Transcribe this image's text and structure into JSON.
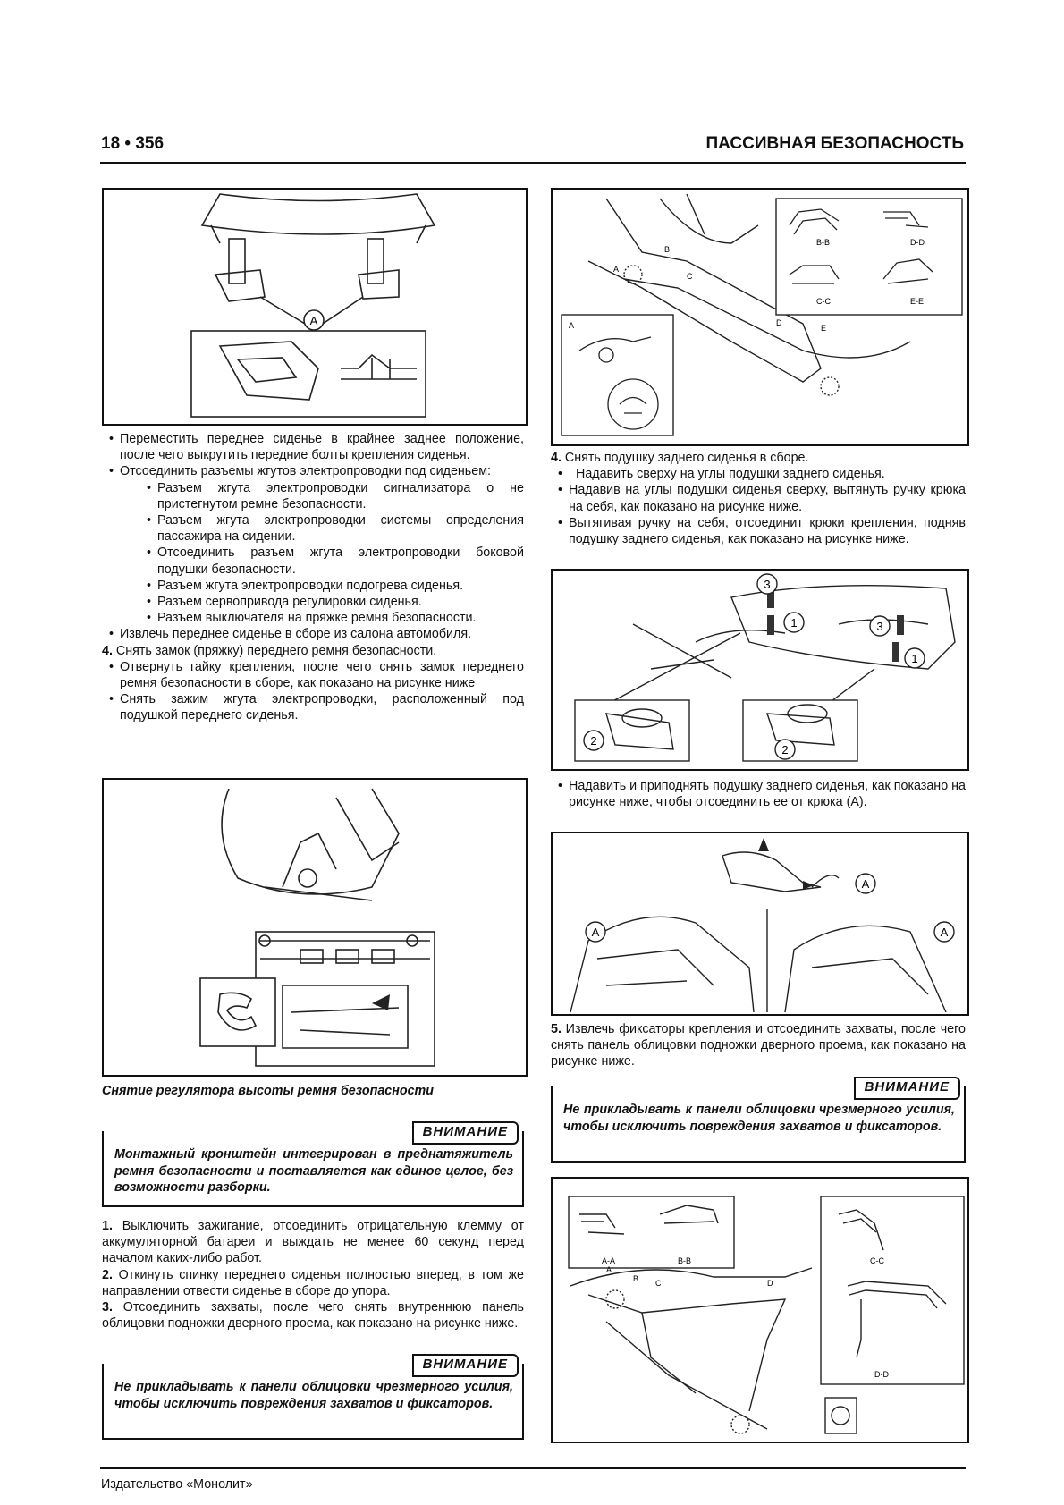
{
  "header": {
    "page_number": "18 • 356",
    "section_title": "ПАССИВНАЯ БЕЗОПАСНОСТЬ"
  },
  "figures": {
    "fig1": {
      "labels": [
        "A"
      ]
    },
    "fig2": {
      "labels": [
        "B-B",
        "D-D",
        "C-C",
        "E-E",
        "A",
        "B",
        "C",
        "D",
        "E"
      ]
    },
    "fig3": {
      "labels": [
        "1",
        "2",
        "3"
      ]
    },
    "fig4": {
      "labels": [
        "A"
      ]
    },
    "fig6": {
      "labels": [
        "A-A",
        "B-B",
        "C-C",
        "D-D",
        "A",
        "B",
        "C",
        "D"
      ]
    }
  },
  "left": {
    "p1": "Переместить переднее сиденье в крайнее заднее положение, после чего выкрутить передние болты крепления сиденья.",
    "p2": "Отсоединить разъемы жгутов электропроводки под сиденьем:",
    "subs": [
      "Разъем жгута электропроводки сигнализатора о не пристегнутом ремне безопасности.",
      "Разъем жгута электропроводки системы определения пассажира на сидении.",
      "Отсоединить разъем жгута электропроводки боковой подушки безопасности.",
      "Разъем жгута электропроводки подогрева сиденья.",
      "Разъем сервопривода регулировки сиденья.",
      "Разъем выключателя на пряжке ремня безопасности."
    ],
    "p3": "Извлечь переднее сиденье в сборе из салона автомобиля.",
    "n4_num": "4.",
    "n4": "Снять замок (пряжку) переднего ремня безопасности.",
    "p4": "Отвернуть гайку крепления, после чего снять замок переднего ремня безопасности в сборе, как показано на рисунке ниже",
    "p5": "Снять зажим жгута электропроводки, расположенный под подушкой переднего сиденья.",
    "caption": "Снятие регулятора высоты ремня безопасности",
    "warn1_tag": "ВНИМАНИЕ",
    "warn1": "Монтажный кронштейн интегрирован в преднатяжитель ремня безопасности и поставляется как единое целое, без возможности разборки.",
    "s1_num": "1.",
    "s1": "Выключить зажигание, отсоединить отрицательную клемму от аккумуляторной батареи и выждать не менее 60 секунд перед началом каких-либо работ.",
    "s2_num": "2.",
    "s2": "Откинуть спинку переднего сиденья полностью вперед, в том же направлении отвести сиденье в сборе до упора.",
    "s3_num": "3.",
    "s3": "Отсоединить захваты, после чего снять внутреннюю панель облицовки подножки дверного проема, как показано на рисунке ниже.",
    "warn2_tag": "ВНИМАНИЕ",
    "warn2": "Не прикладывать к панели облицовки чрезмерного усилия, чтобы исключить повреждения захватов и фиксаторов."
  },
  "right": {
    "r4_num": "4.",
    "r4": "Снять подушку заднего сиденья в сборе.",
    "rb1": "Надавить сверху на углы подушки заднего сиденья.",
    "rb2": "Надавив на углы подушки сиденья сверху, вытянуть ручку крюка на себя, как показано на рисунке ниже.",
    "rb3": "Вытягивая ручку на себя, отсоединит крюки крепления, подняв подушку заднего сиденья, как показано на рисунке ниже.",
    "rb4": "Надавить и приподнять подушку заднего сиденья, как показано на рисунке ниже, чтобы отсоединить ее от крюка (А).",
    "r5_num": "5.",
    "r5": "Извлечь фиксаторы крепления и отсоединить захваты, после чего снять панель облицовки подножки дверного проема, как показано на рисунке ниже.",
    "warn3_tag": "ВНИМАНИЕ",
    "warn3": "Не прикладывать к панели облицовки чрезмерного усилия, чтобы исключить повреждения захватов и фиксаторов."
  },
  "footer": {
    "publisher": "Издательство «Монолит»"
  }
}
